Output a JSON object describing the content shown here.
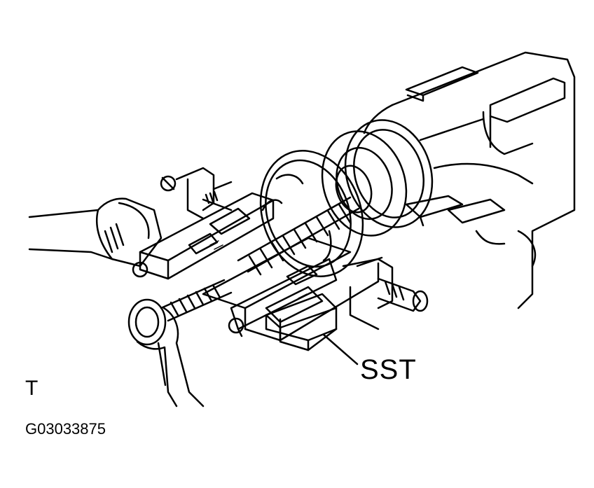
{
  "labels": {
    "callout": "SST",
    "view_marker": "T",
    "figure_code": "G03033875"
  },
  "colors": {
    "ink": "#000000",
    "paper": "#ffffff"
  }
}
